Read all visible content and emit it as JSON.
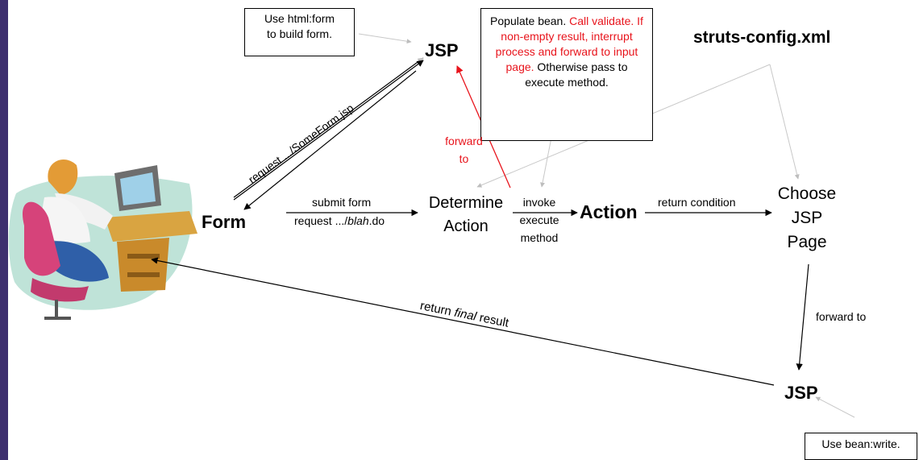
{
  "nodes": {
    "form": "Form",
    "jsp_top": "JSP",
    "determine_line1": "Determine",
    "determine_line2": "Action",
    "action": "Action",
    "choose_line1": "Choose",
    "choose_line2": "JSP",
    "choose_line3": "Page",
    "jsp_bottom": "JSP",
    "config": "struts-config.xml"
  },
  "notes": {
    "html_form_line1": "Use html:form",
    "html_form_line2": "to build form.",
    "populate": {
      "part1": "Populate bean. ",
      "part2": "Call validate. If non-empty result, interrupt process and forward to input page.",
      "part3": " Otherwise pass  to execute method."
    },
    "bean_write": "Use bean:write."
  },
  "edges": {
    "request_jsp": "request .../SomeForm.jsp",
    "submit_line1": "submit form",
    "submit_line2_prefix": "request .../",
    "submit_line2_italic": "blah",
    "submit_line2_suffix": ".do",
    "invoke_line1": "invoke",
    "invoke_line2": "execute",
    "invoke_line3": "method",
    "return_condition": "return condition",
    "forward_to_red_line1": "forward",
    "forward_to_red_line2": "to",
    "forward_to": "forward to",
    "return_final_1": "return ",
    "return_final_2": "final",
    "return_final_3": " result"
  },
  "colors": {
    "accent_red": "#e8141c",
    "left_bar": "#3d2f6e",
    "config_line": "#c8c8c8"
  }
}
